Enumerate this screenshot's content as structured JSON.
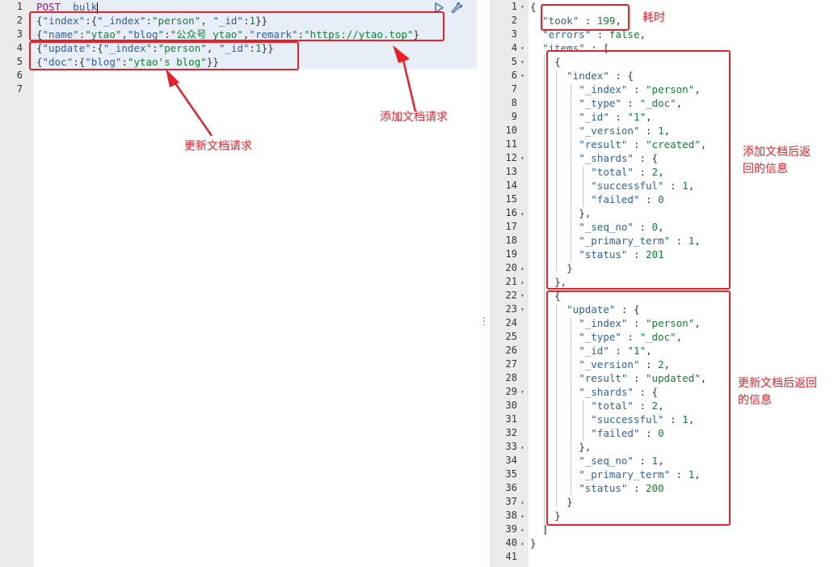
{
  "request": {
    "lines": [
      {
        "num": "1",
        "parts": [
          [
            "kw",
            "POST"
          ],
          [
            "p",
            " "
          ],
          [
            "k",
            "_bulk"
          ]
        ]
      },
      {
        "num": "2",
        "parts": [
          [
            "p",
            "{"
          ],
          [
            "k",
            "\"index\""
          ],
          [
            "p",
            ":{"
          ],
          [
            "k",
            "\"_index\""
          ],
          [
            "p",
            ":"
          ],
          [
            "s",
            "\"person\""
          ],
          [
            "p",
            ", "
          ],
          [
            "k",
            "\"_id\""
          ],
          [
            "p",
            ":"
          ],
          [
            "n",
            "1"
          ],
          [
            "p",
            "}}"
          ]
        ]
      },
      {
        "num": "3",
        "parts": [
          [
            "p",
            "{"
          ],
          [
            "k",
            "\"name\""
          ],
          [
            "p",
            ":"
          ],
          [
            "s",
            "\"ytao\""
          ],
          [
            "p",
            ","
          ],
          [
            "k",
            "\"blog\""
          ],
          [
            "p",
            ":"
          ],
          [
            "s",
            "\"公众号 ytao\""
          ],
          [
            "p",
            ","
          ],
          [
            "k",
            "\"remark\""
          ],
          [
            "p",
            ":"
          ],
          [
            "s",
            "\"https://ytao.top\""
          ],
          [
            "p",
            "}"
          ]
        ]
      },
      {
        "num": "4",
        "parts": [
          [
            "p",
            "{"
          ],
          [
            "k",
            "\"update\""
          ],
          [
            "p",
            ":{"
          ],
          [
            "k",
            "\"_index\""
          ],
          [
            "p",
            ":"
          ],
          [
            "s",
            "\"person\""
          ],
          [
            "p",
            ", "
          ],
          [
            "k",
            "\"_id\""
          ],
          [
            "p",
            ":"
          ],
          [
            "n",
            "1"
          ],
          [
            "p",
            "}}"
          ]
        ]
      },
      {
        "num": "5",
        "parts": [
          [
            "p",
            "{"
          ],
          [
            "k",
            "\"doc\""
          ],
          [
            "p",
            ":{"
          ],
          [
            "k",
            "\"blog\""
          ],
          [
            "p",
            ":"
          ],
          [
            "s",
            "\"ytao's blog\""
          ],
          [
            "p",
            "}}"
          ]
        ]
      },
      {
        "num": "6",
        "parts": []
      },
      {
        "num": "7",
        "parts": []
      }
    ]
  },
  "response": {
    "lines": [
      {
        "num": "1",
        "fold": "▾",
        "parts": [
          [
            "p",
            "{"
          ]
        ]
      },
      {
        "num": "2",
        "fold": "",
        "parts": [
          [
            "p",
            "  "
          ],
          [
            "k",
            "\"took\""
          ],
          [
            "p",
            " : "
          ],
          [
            "n",
            "199"
          ],
          [
            "p",
            ","
          ]
        ]
      },
      {
        "num": "3",
        "fold": "",
        "parts": [
          [
            "p",
            "  "
          ],
          [
            "k",
            "\"errors\""
          ],
          [
            "p",
            " : "
          ],
          [
            "n",
            "false"
          ],
          [
            "p",
            ","
          ]
        ]
      },
      {
        "num": "4",
        "fold": "▾",
        "parts": [
          [
            "p",
            "  "
          ],
          [
            "k",
            "\"items\""
          ],
          [
            "p",
            " : ["
          ]
        ]
      },
      {
        "num": "5",
        "fold": "▾",
        "parts": [
          [
            "p",
            "    {"
          ]
        ]
      },
      {
        "num": "6",
        "fold": "▾",
        "parts": [
          [
            "p",
            "      "
          ],
          [
            "k",
            "\"index\""
          ],
          [
            "p",
            " : {"
          ]
        ]
      },
      {
        "num": "7",
        "fold": "",
        "parts": [
          [
            "p",
            "        "
          ],
          [
            "k",
            "\"_index\""
          ],
          [
            "p",
            " : "
          ],
          [
            "s",
            "\"person\""
          ],
          [
            "p",
            ","
          ]
        ]
      },
      {
        "num": "8",
        "fold": "",
        "parts": [
          [
            "p",
            "        "
          ],
          [
            "k",
            "\"_type\""
          ],
          [
            "p",
            " : "
          ],
          [
            "s",
            "\"_doc\""
          ],
          [
            "p",
            ","
          ]
        ]
      },
      {
        "num": "9",
        "fold": "",
        "parts": [
          [
            "p",
            "        "
          ],
          [
            "k",
            "\"_id\""
          ],
          [
            "p",
            " : "
          ],
          [
            "s",
            "\"1\""
          ],
          [
            "p",
            ","
          ]
        ]
      },
      {
        "num": "10",
        "fold": "",
        "parts": [
          [
            "p",
            "        "
          ],
          [
            "k",
            "\"_version\""
          ],
          [
            "p",
            " : "
          ],
          [
            "n",
            "1"
          ],
          [
            "p",
            ","
          ]
        ]
      },
      {
        "num": "11",
        "fold": "",
        "parts": [
          [
            "p",
            "        "
          ],
          [
            "k",
            "\"result\""
          ],
          [
            "p",
            " : "
          ],
          [
            "s",
            "\"created\""
          ],
          [
            "p",
            ","
          ]
        ]
      },
      {
        "num": "12",
        "fold": "▾",
        "parts": [
          [
            "p",
            "        "
          ],
          [
            "k",
            "\"_shards\""
          ],
          [
            "p",
            " : {"
          ]
        ]
      },
      {
        "num": "13",
        "fold": "",
        "parts": [
          [
            "p",
            "          "
          ],
          [
            "k",
            "\"total\""
          ],
          [
            "p",
            " : "
          ],
          [
            "n",
            "2"
          ],
          [
            "p",
            ","
          ]
        ]
      },
      {
        "num": "14",
        "fold": "",
        "parts": [
          [
            "p",
            "          "
          ],
          [
            "k",
            "\"successful\""
          ],
          [
            "p",
            " : "
          ],
          [
            "n",
            "1"
          ],
          [
            "p",
            ","
          ]
        ]
      },
      {
        "num": "15",
        "fold": "",
        "parts": [
          [
            "p",
            "          "
          ],
          [
            "k",
            "\"failed\""
          ],
          [
            "p",
            " : "
          ],
          [
            "n",
            "0"
          ]
        ]
      },
      {
        "num": "16",
        "fold": "▴",
        "parts": [
          [
            "p",
            "        },"
          ]
        ]
      },
      {
        "num": "17",
        "fold": "",
        "parts": [
          [
            "p",
            "        "
          ],
          [
            "k",
            "\"_seq_no\""
          ],
          [
            "p",
            " : "
          ],
          [
            "n",
            "0"
          ],
          [
            "p",
            ","
          ]
        ]
      },
      {
        "num": "18",
        "fold": "",
        "parts": [
          [
            "p",
            "        "
          ],
          [
            "k",
            "\"_primary_term\""
          ],
          [
            "p",
            " : "
          ],
          [
            "n",
            "1"
          ],
          [
            "p",
            ","
          ]
        ]
      },
      {
        "num": "19",
        "fold": "",
        "parts": [
          [
            "p",
            "        "
          ],
          [
            "k",
            "\"status\""
          ],
          [
            "p",
            " : "
          ],
          [
            "n",
            "201"
          ]
        ]
      },
      {
        "num": "20",
        "fold": "▴",
        "parts": [
          [
            "p",
            "      }"
          ]
        ]
      },
      {
        "num": "21",
        "fold": "▴",
        "parts": [
          [
            "p",
            "    },"
          ]
        ]
      },
      {
        "num": "22",
        "fold": "▾",
        "parts": [
          [
            "p",
            "    {"
          ]
        ]
      },
      {
        "num": "23",
        "fold": "▾",
        "parts": [
          [
            "p",
            "      "
          ],
          [
            "k",
            "\"update\""
          ],
          [
            "p",
            " : {"
          ]
        ]
      },
      {
        "num": "24",
        "fold": "",
        "parts": [
          [
            "p",
            "        "
          ],
          [
            "k",
            "\"_index\""
          ],
          [
            "p",
            " : "
          ],
          [
            "s",
            "\"person\""
          ],
          [
            "p",
            ","
          ]
        ]
      },
      {
        "num": "25",
        "fold": "",
        "parts": [
          [
            "p",
            "        "
          ],
          [
            "k",
            "\"_type\""
          ],
          [
            "p",
            " : "
          ],
          [
            "s",
            "\"_doc\""
          ],
          [
            "p",
            ","
          ]
        ]
      },
      {
        "num": "26",
        "fold": "",
        "parts": [
          [
            "p",
            "        "
          ],
          [
            "k",
            "\"_id\""
          ],
          [
            "p",
            " : "
          ],
          [
            "s",
            "\"1\""
          ],
          [
            "p",
            ","
          ]
        ]
      },
      {
        "num": "27",
        "fold": "",
        "parts": [
          [
            "p",
            "        "
          ],
          [
            "k",
            "\"_version\""
          ],
          [
            "p",
            " : "
          ],
          [
            "n",
            "2"
          ],
          [
            "p",
            ","
          ]
        ]
      },
      {
        "num": "28",
        "fold": "",
        "parts": [
          [
            "p",
            "        "
          ],
          [
            "k",
            "\"result\""
          ],
          [
            "p",
            " : "
          ],
          [
            "s",
            "\"updated\""
          ],
          [
            "p",
            ","
          ]
        ]
      },
      {
        "num": "29",
        "fold": "▾",
        "parts": [
          [
            "p",
            "        "
          ],
          [
            "k",
            "\"_shards\""
          ],
          [
            "p",
            " : {"
          ]
        ]
      },
      {
        "num": "30",
        "fold": "",
        "parts": [
          [
            "p",
            "          "
          ],
          [
            "k",
            "\"total\""
          ],
          [
            "p",
            " : "
          ],
          [
            "n",
            "2"
          ],
          [
            "p",
            ","
          ]
        ]
      },
      {
        "num": "31",
        "fold": "",
        "parts": [
          [
            "p",
            "          "
          ],
          [
            "k",
            "\"successful\""
          ],
          [
            "p",
            " : "
          ],
          [
            "n",
            "1"
          ],
          [
            "p",
            ","
          ]
        ]
      },
      {
        "num": "32",
        "fold": "",
        "parts": [
          [
            "p",
            "          "
          ],
          [
            "k",
            "\"failed\""
          ],
          [
            "p",
            " : "
          ],
          [
            "n",
            "0"
          ]
        ]
      },
      {
        "num": "33",
        "fold": "▴",
        "parts": [
          [
            "p",
            "        },"
          ]
        ]
      },
      {
        "num": "34",
        "fold": "",
        "parts": [
          [
            "p",
            "        "
          ],
          [
            "k",
            "\"_seq_no\""
          ],
          [
            "p",
            " : "
          ],
          [
            "n",
            "1"
          ],
          [
            "p",
            ","
          ]
        ]
      },
      {
        "num": "35",
        "fold": "",
        "parts": [
          [
            "p",
            "        "
          ],
          [
            "k",
            "\"_primary_term\""
          ],
          [
            "p",
            " : "
          ],
          [
            "n",
            "1"
          ],
          [
            "p",
            ","
          ]
        ]
      },
      {
        "num": "36",
        "fold": "",
        "parts": [
          [
            "p",
            "        "
          ],
          [
            "k",
            "\"status\""
          ],
          [
            "p",
            " : "
          ],
          [
            "n",
            "200"
          ]
        ]
      },
      {
        "num": "37",
        "fold": "▴",
        "parts": [
          [
            "p",
            "      }"
          ]
        ]
      },
      {
        "num": "38",
        "fold": "▴",
        "parts": [
          [
            "p",
            "    }"
          ]
        ]
      },
      {
        "num": "39",
        "fold": "▴",
        "parts": [
          [
            "p",
            "  ]"
          ]
        ]
      },
      {
        "num": "40",
        "fold": "▴",
        "parts": [
          [
            "p",
            "}"
          ]
        ]
      },
      {
        "num": "41",
        "fold": "",
        "parts": []
      }
    ]
  },
  "toolbar": {
    "run_icon": "play-icon",
    "settings_icon": "wrench-icon"
  },
  "annotations": {
    "took_label": "耗时",
    "add_request_label": "添加文档请求",
    "update_request_label": "更新文档请求",
    "add_response_label_1": "添加文档后返",
    "add_response_label_2": "回的信息",
    "update_response_label_1": "更新文档后返回",
    "update_response_label_2": "的信息"
  },
  "colors": {
    "annotation_red": "#e8202a",
    "key_blue": "#31609f",
    "string_green": "#127f33",
    "method_purple": "#8b1f6f"
  }
}
